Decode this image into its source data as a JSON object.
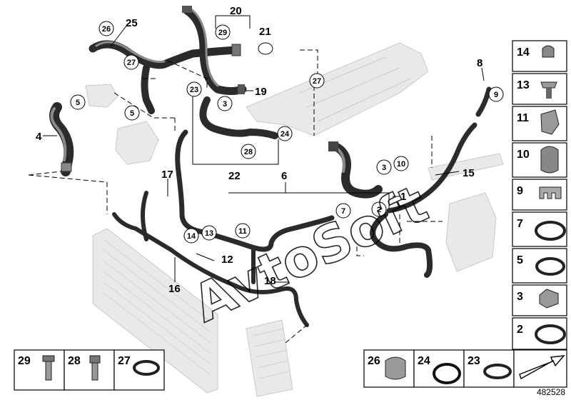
{
  "diagram": {
    "id": "482528",
    "watermark": "AvtoSoft",
    "callouts": [
      "1",
      "2",
      "3",
      "4",
      "5",
      "6",
      "7",
      "8",
      "9",
      "10",
      "11",
      "12",
      "13",
      "14",
      "15",
      "16",
      "17",
      "18",
      "19",
      "20",
      "21",
      "22",
      "23",
      "24",
      "25",
      "26",
      "27",
      "28",
      "29"
    ],
    "circled_callouts": [
      "26",
      "27",
      "29",
      "5",
      "5",
      "3",
      "23",
      "28",
      "24",
      "14",
      "13",
      "11",
      "7",
      "3",
      "10",
      "2",
      "9"
    ],
    "parts_legend_right": [
      "14",
      "13",
      "11",
      "10",
      "9",
      "7",
      "5",
      "3",
      "2"
    ],
    "parts_legend_bottom_left": [
      "29",
      "28",
      "27"
    ],
    "parts_legend_bottom_right": [
      "26",
      "24",
      "23"
    ]
  }
}
